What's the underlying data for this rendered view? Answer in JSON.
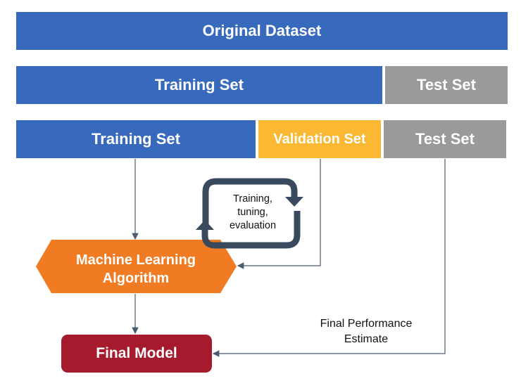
{
  "original_dataset": "Original Dataset",
  "split1": {
    "training": "Training Set",
    "test": "Test Set"
  },
  "split2": {
    "training": "Training Set",
    "validation": "Validation Set",
    "test": "Test Set"
  },
  "loop_label": {
    "line1": "Training,",
    "line2": "tuning,",
    "line3": "evaluation"
  },
  "ml_algorithm": {
    "line1": "Machine Learning",
    "line2": "Algorithm"
  },
  "final_model": "Final Model",
  "final_performance": {
    "line1": "Final Performance",
    "line2": "Estimate"
  },
  "colors": {
    "blue": "#3769bd",
    "gray": "#9a9a9a",
    "yellow": "#fbb832",
    "orange": "#f07b22",
    "red": "#a51a2d",
    "loop": "#3a4a5e"
  }
}
